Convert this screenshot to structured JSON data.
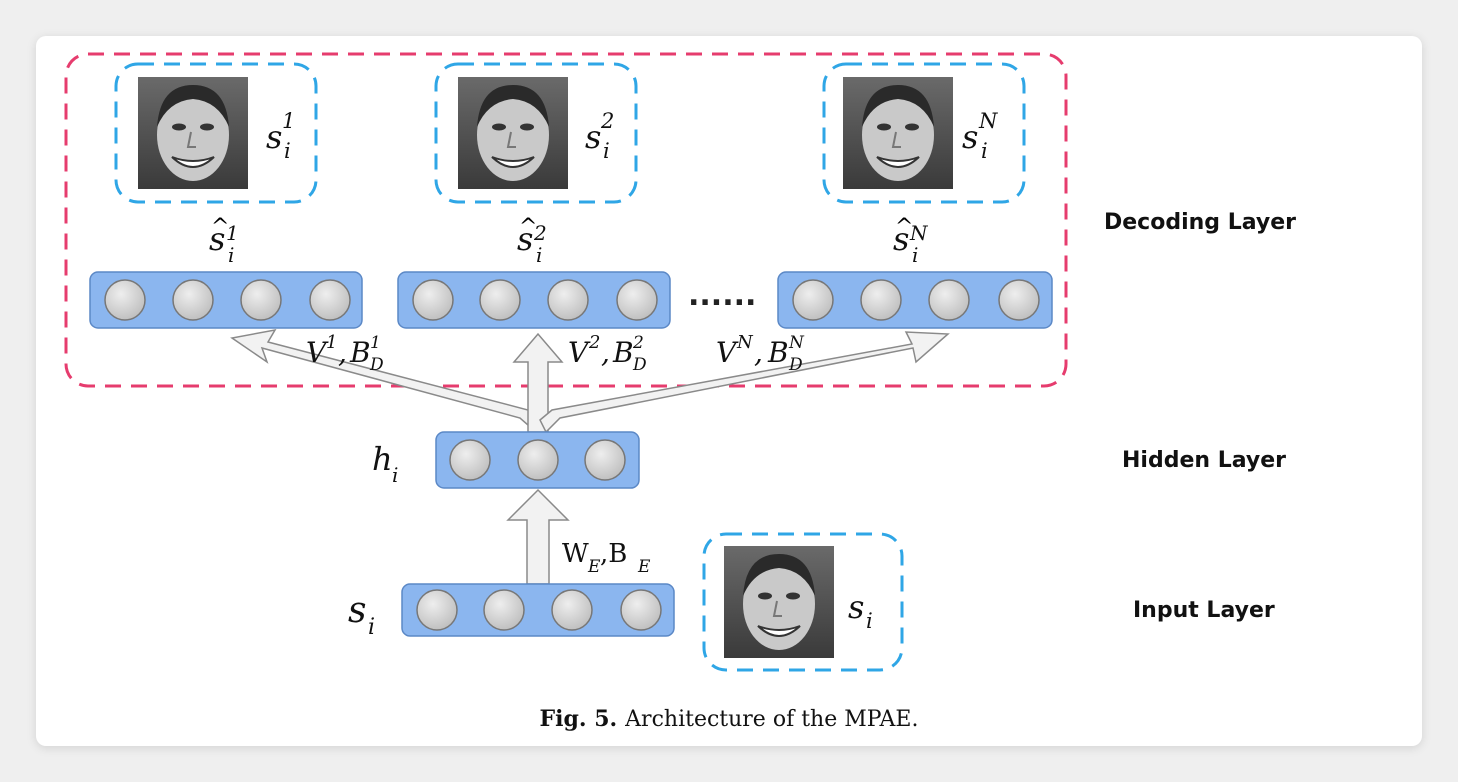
{
  "layers": {
    "decoding": "Decoding Layer",
    "hidden": "Hidden Layer",
    "input": "Input Layer"
  },
  "caption": {
    "label": "Fig. 5.",
    "text": "Architecture of the MPAE."
  },
  "ellipsis": "......",
  "colors": {
    "node_bar": "#8bb6ef",
    "node_circle": "#d0d0d0",
    "decoding_border": "#e63c6e",
    "face_border": "#2fa6e6"
  }
}
